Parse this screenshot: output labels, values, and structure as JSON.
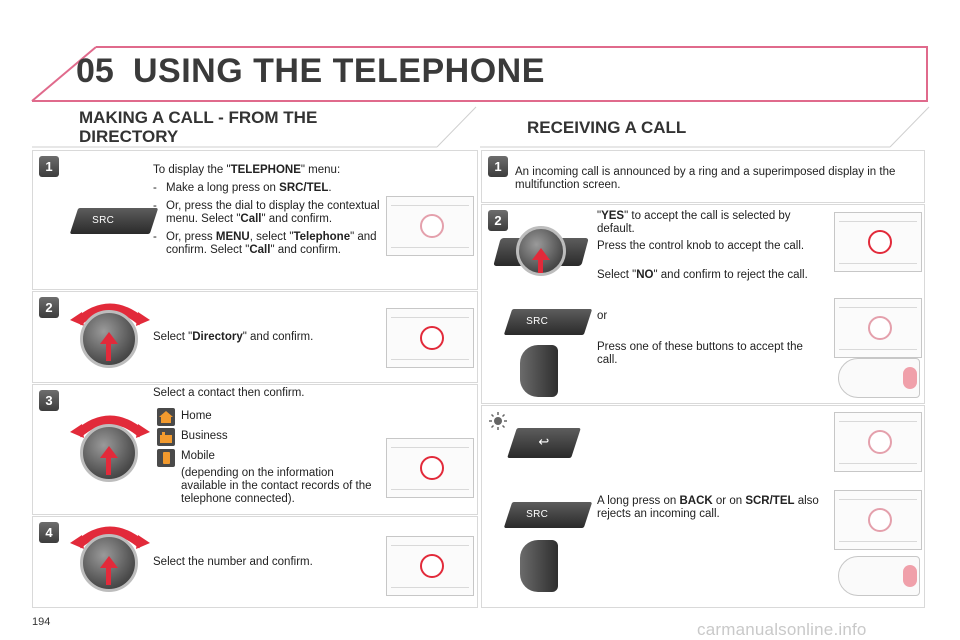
{
  "header": {
    "number": "05",
    "title": "USING THE TELEPHONE"
  },
  "left": {
    "title_line1": "MAKING A CALL - FROM THE",
    "title_line2": "DIRECTORY",
    "step1": {
      "badge": "1",
      "intro_pre": "To display the \"",
      "intro_bold": "TELEPHONE",
      "intro_post": "\" menu:",
      "item1_pre": "Make a long press on ",
      "item1_bold": "SRC/TEL",
      "item1_post": ".",
      "item2_pre": "Or, press the dial to display the contextual menu. Select \"",
      "item2_bold": "Call",
      "item2_post": "\" and confirm.",
      "item3_pre": "Or, press ",
      "item3_bold1": "MENU",
      "item3_mid": ", select \"",
      "item3_bold2": "Telephone",
      "item3_mid2": "\" and confirm. Select \"",
      "item3_bold3": "Call",
      "item3_post": "\" and confirm.",
      "button_label": "SRC"
    },
    "step2": {
      "badge": "2",
      "pre": "Select \"",
      "bold": "Directory",
      "post": "\" and confirm."
    },
    "step3": {
      "badge": "3",
      "intro": "Select a contact then confirm.",
      "home": "Home",
      "business": "Business",
      "mobile": "Mobile",
      "note": "(depending on the information available in the contact records of the telephone connected)."
    },
    "step4": {
      "badge": "4",
      "text": "Select the number and confirm."
    }
  },
  "right": {
    "title": "RECEIVING A CALL",
    "step1": {
      "badge": "1",
      "text": "An incoming call is announced by a ring and a superimposed display in the multifunction screen."
    },
    "step2": {
      "badge": "2",
      "yes_pre": "\"",
      "yes_bold": "YES",
      "yes_post": "\" to accept the call is selected by default.",
      "knob_text": "Press the control knob to accept the call.",
      "no_pre": "Select \"",
      "no_bold": "NO",
      "no_post": "\" and confirm to reject the call.",
      "or": "or",
      "buttons_text": "Press one of these buttons to accept the call.",
      "button_label": "SRC"
    },
    "tip": {
      "pre": "A long press on ",
      "bold1": "BACK",
      "mid": " or on ",
      "bold2": "SCR/TEL",
      "post": " also rejects an incoming call.",
      "button_label": "SRC"
    }
  },
  "footer": {
    "page": "194"
  },
  "watermark": "carmanualsonline.info",
  "colors": {
    "accent": "#e06a8c",
    "arrow": "#e22a3a"
  }
}
